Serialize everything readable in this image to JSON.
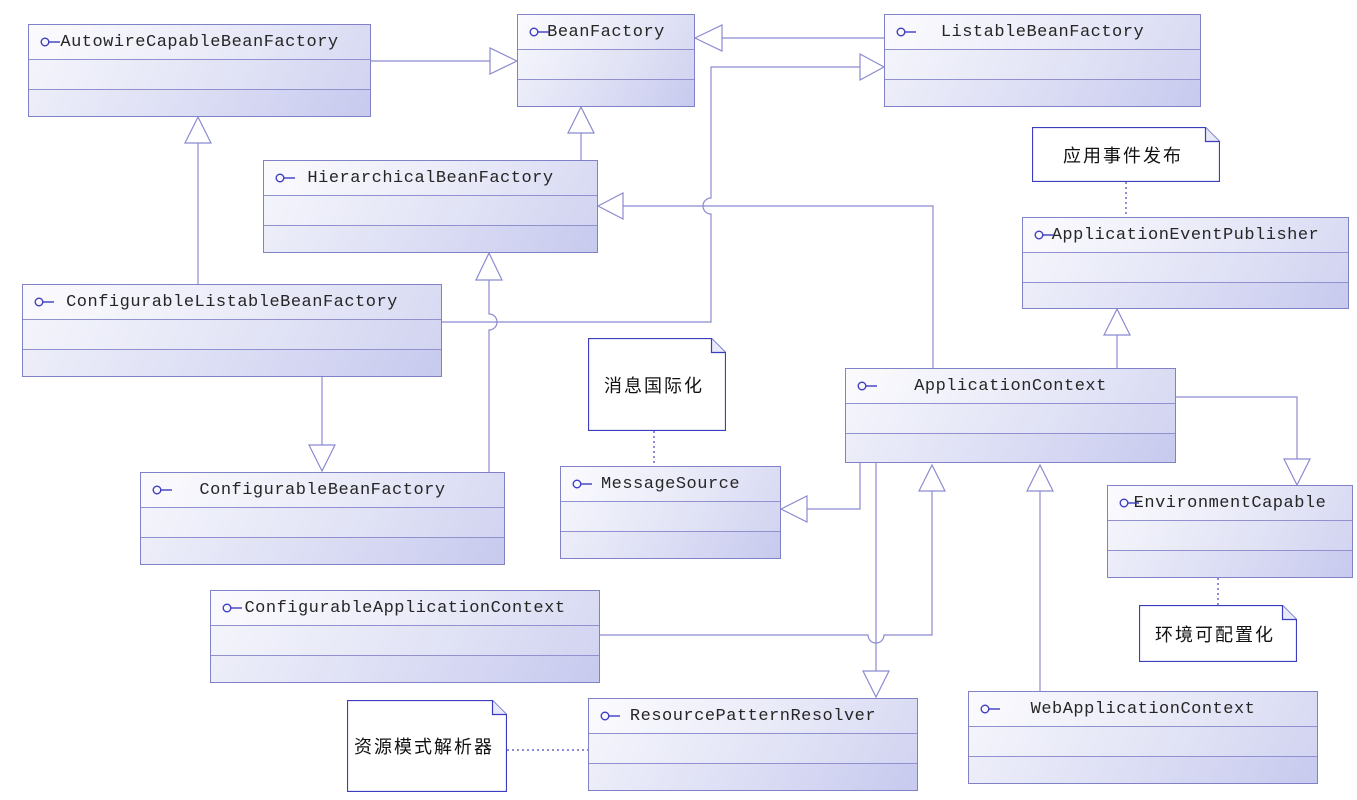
{
  "diagram_title": "Spring BeanFactory / ApplicationContext UML class diagram",
  "colors": {
    "box_border": "#8181c8",
    "connector": "#8b8bd0",
    "note_border": "#3c3cc0",
    "note_link": "#4646c0",
    "interface_icon": "#3d3dc0",
    "class_text": "#262626",
    "box_fill_light": "#fbfbfe",
    "box_fill_dark": "#c7caee"
  },
  "classes": [
    {
      "name": "AutowireCapableBeanFactory"
    },
    {
      "name": "BeanFactory"
    },
    {
      "name": "ListableBeanFactory"
    },
    {
      "name": "HierarchicalBeanFactory"
    },
    {
      "name": "ConfigurableListableBeanFactory"
    },
    {
      "name": "ConfigurableBeanFactory"
    },
    {
      "name": "MessageSource"
    },
    {
      "name": "ApplicationContext"
    },
    {
      "name": "ApplicationEventPublisher"
    },
    {
      "name": "EnvironmentCapable"
    },
    {
      "name": "ConfigurableApplicationContext"
    },
    {
      "name": "ResourcePatternResolver"
    },
    {
      "name": "WebApplicationContext"
    }
  ],
  "notes": [
    {
      "text": "应用事件发布"
    },
    {
      "text": "消息国际化"
    },
    {
      "text": "环境可配置化"
    },
    {
      "text": "资源模式解析器"
    }
  ],
  "relationships": [
    {
      "from": "AutowireCapableBeanFactory",
      "to": "BeanFactory",
      "type": "generalization"
    },
    {
      "from": "ListableBeanFactory",
      "to": "BeanFactory",
      "type": "generalization"
    },
    {
      "from": "HierarchicalBeanFactory",
      "to": "BeanFactory",
      "type": "generalization"
    },
    {
      "from": "ConfigurableListableBeanFactory",
      "to": "AutowireCapableBeanFactory",
      "type": "generalization"
    },
    {
      "from": "ConfigurableListableBeanFactory",
      "to": "ListableBeanFactory",
      "type": "generalization"
    },
    {
      "from": "ConfigurableListableBeanFactory",
      "to": "ConfigurableBeanFactory",
      "type": "generalization"
    },
    {
      "from": "ConfigurableBeanFactory",
      "to": "HierarchicalBeanFactory",
      "type": "generalization"
    },
    {
      "from": "ApplicationContext",
      "to": "HierarchicalBeanFactory",
      "type": "generalization"
    },
    {
      "from": "ApplicationContext",
      "to": "ApplicationEventPublisher",
      "type": "generalization"
    },
    {
      "from": "ApplicationContext",
      "to": "MessageSource",
      "type": "generalization"
    },
    {
      "from": "ApplicationContext",
      "to": "ResourcePatternResolver",
      "type": "generalization"
    },
    {
      "from": "ApplicationContext",
      "to": "EnvironmentCapable",
      "type": "generalization"
    },
    {
      "from": "ConfigurableApplicationContext",
      "to": "ApplicationContext",
      "type": "generalization"
    },
    {
      "from": "WebApplicationContext",
      "to": "ApplicationContext",
      "type": "generalization"
    },
    {
      "from": "应用事件发布",
      "to": "ApplicationEventPublisher",
      "type": "note-attachment"
    },
    {
      "from": "消息国际化",
      "to": "MessageSource",
      "type": "note-attachment"
    },
    {
      "from": "环境可配置化",
      "to": "EnvironmentCapable",
      "type": "note-attachment"
    },
    {
      "from": "资源模式解析器",
      "to": "ResourcePatternResolver",
      "type": "note-attachment"
    }
  ]
}
